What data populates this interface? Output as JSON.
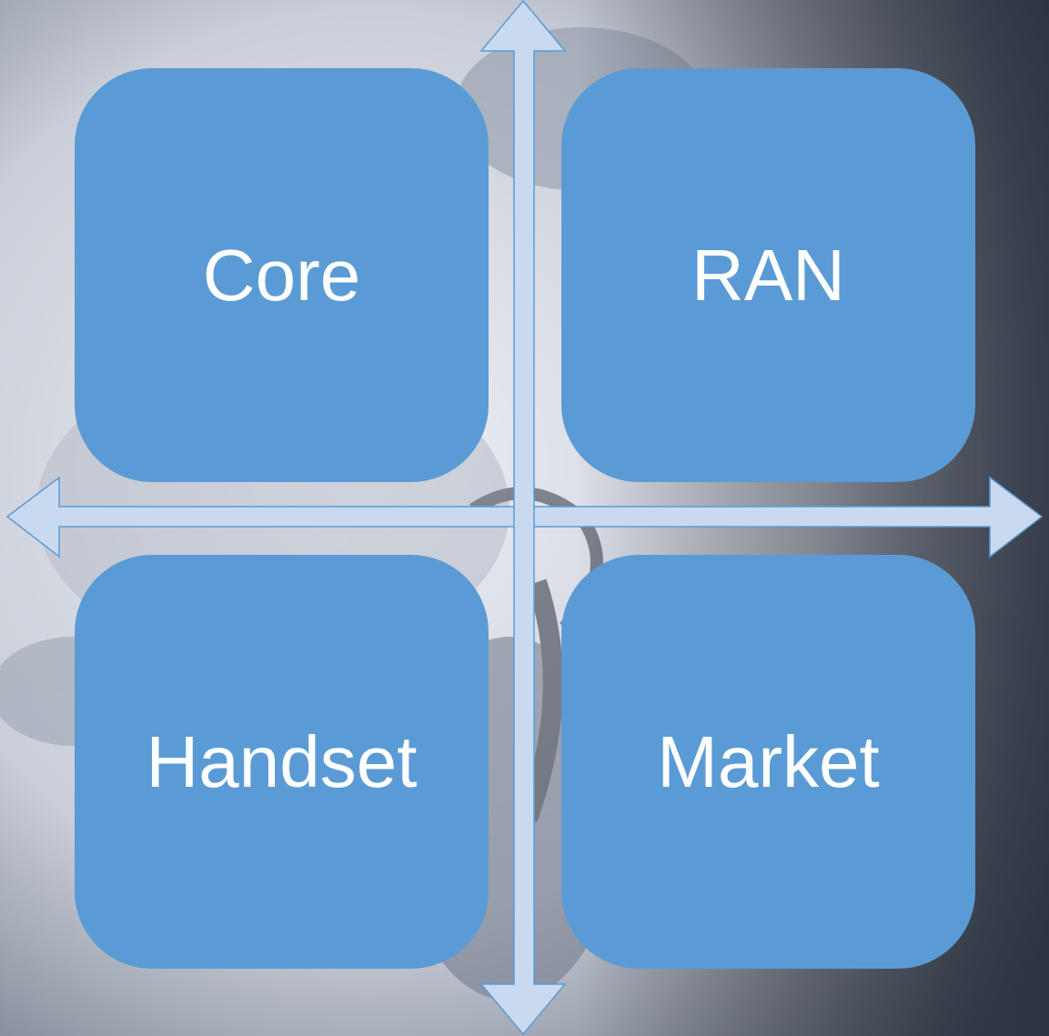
{
  "diagram": {
    "quadrants": [
      {
        "label": "Core"
      },
      {
        "label": "RAN"
      },
      {
        "label": "Handset"
      },
      {
        "label": "Market"
      }
    ]
  },
  "colors": {
    "box_fill": "#5b9bd5",
    "arrow_fill": "#c9daf0",
    "arrow_stroke": "#5b9bd5",
    "text": "#ffffff"
  }
}
